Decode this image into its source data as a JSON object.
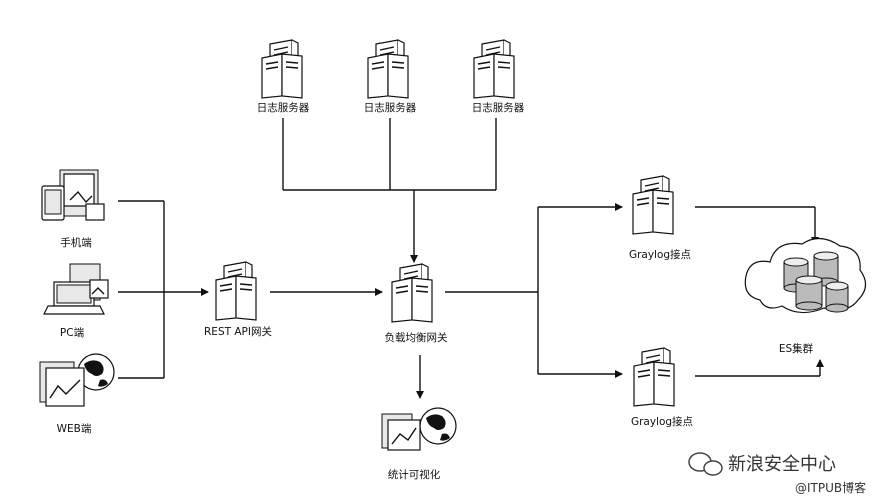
{
  "labels": {
    "log_server_1": "日志服务器",
    "log_server_2": "日志服务器",
    "log_server_3": "日志服务器",
    "mobile": "手机端",
    "pc": "PC端",
    "web": "WEB端",
    "rest_gateway": "REST API网关",
    "load_balancer": "负载均衡网关",
    "graylog_node_1": "Graylog接点",
    "graylog_node_2": "Graylog接点",
    "es_cluster": "ES集群",
    "stats_viz": "统计可视化"
  },
  "watermark": {
    "wechat": "新浪安全中心",
    "itpub": "@ITPUB博客"
  },
  "icons": {
    "server": "server-icon",
    "mobile": "mobile-device-icon",
    "pc": "laptop-icon",
    "web": "web-globe-icon",
    "database": "database-cloud-icon",
    "chart": "chart-globe-icon"
  }
}
